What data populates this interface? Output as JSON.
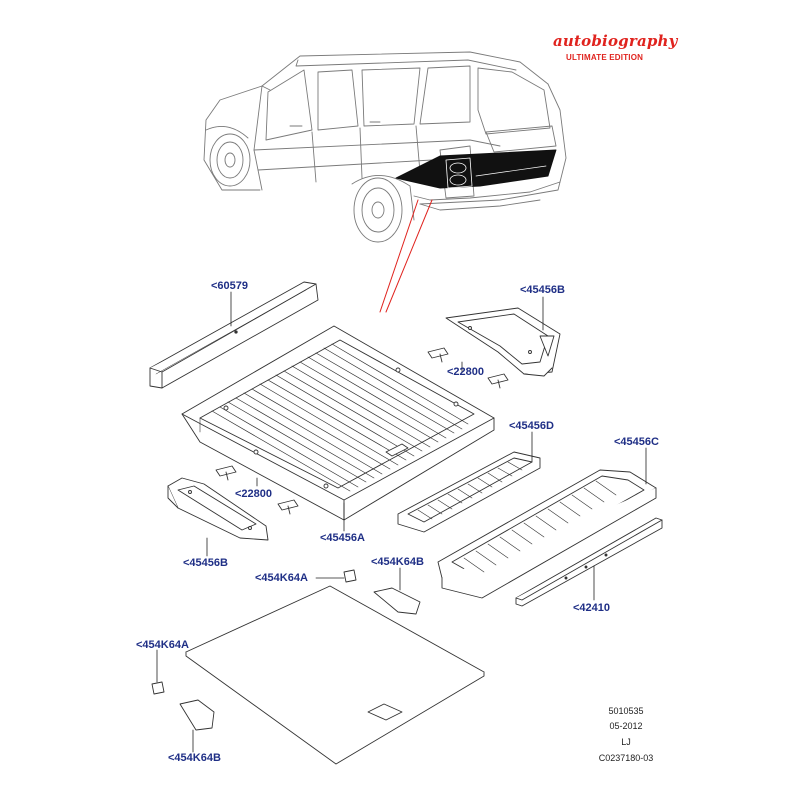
{
  "brand": {
    "script": "autobiography",
    "edition": "ULTIMATE EDITION",
    "accent_color": "#e0231e"
  },
  "callouts": {
    "c60579": "<60579",
    "c45456B_top": "<45456B",
    "c22800_right": "<22800",
    "c45456D": "<45456D",
    "c45456C": "<45456C",
    "c22800_left": "<22800",
    "c45456A": "<45456A",
    "c45456B_left": "<45456B",
    "c454K64A_mid": "<454K64A",
    "c454K64B_mid": "<454K64B",
    "c42410": "<42410",
    "c454K64A_left": "<454K64A",
    "c454K64B_bottom": "<454K64B"
  },
  "callout_color": "#1f2f86",
  "reference": {
    "number": "5010535",
    "date": "05-2012",
    "code": "LJ",
    "illustration": "C0237180-03"
  }
}
